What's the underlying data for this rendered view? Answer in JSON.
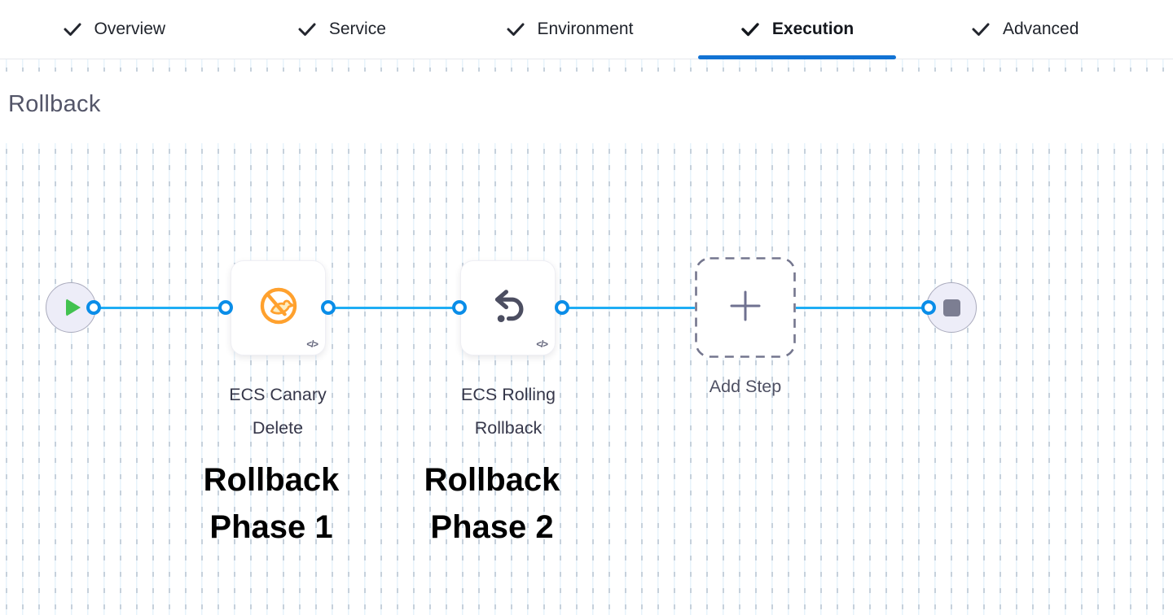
{
  "header": {
    "tabs": [
      {
        "label": "Overview",
        "completed": true,
        "active": false
      },
      {
        "label": "Service",
        "completed": true,
        "active": false
      },
      {
        "label": "Environment",
        "completed": true,
        "active": false
      },
      {
        "label": "Execution",
        "completed": true,
        "active": true
      },
      {
        "label": "Advanced",
        "completed": true,
        "active": false
      }
    ]
  },
  "section": {
    "title": "Rollback"
  },
  "pipeline": {
    "start_node": "play",
    "end_node": "stop",
    "steps": [
      {
        "label": "ECS Canary Delete",
        "icon": "canary-delete-icon",
        "annotation": "Rollback Phase 1",
        "code_badge": "</>"
      },
      {
        "label": "ECS Rolling Rollback",
        "icon": "rollback-arrow-icon",
        "annotation": "Rollback Phase 2",
        "code_badge": "</>"
      }
    ],
    "add_step": {
      "label": "Add Step"
    }
  },
  "colors": {
    "active_tab_accent": "#1273d4",
    "flow_line": "#1fadf4",
    "connector_ring": "#0a8de8",
    "canary_orange": "#ffa12e",
    "play_green": "#42c24f",
    "node_fill": "#ededf8",
    "icon_slate": "#4c4e61"
  }
}
